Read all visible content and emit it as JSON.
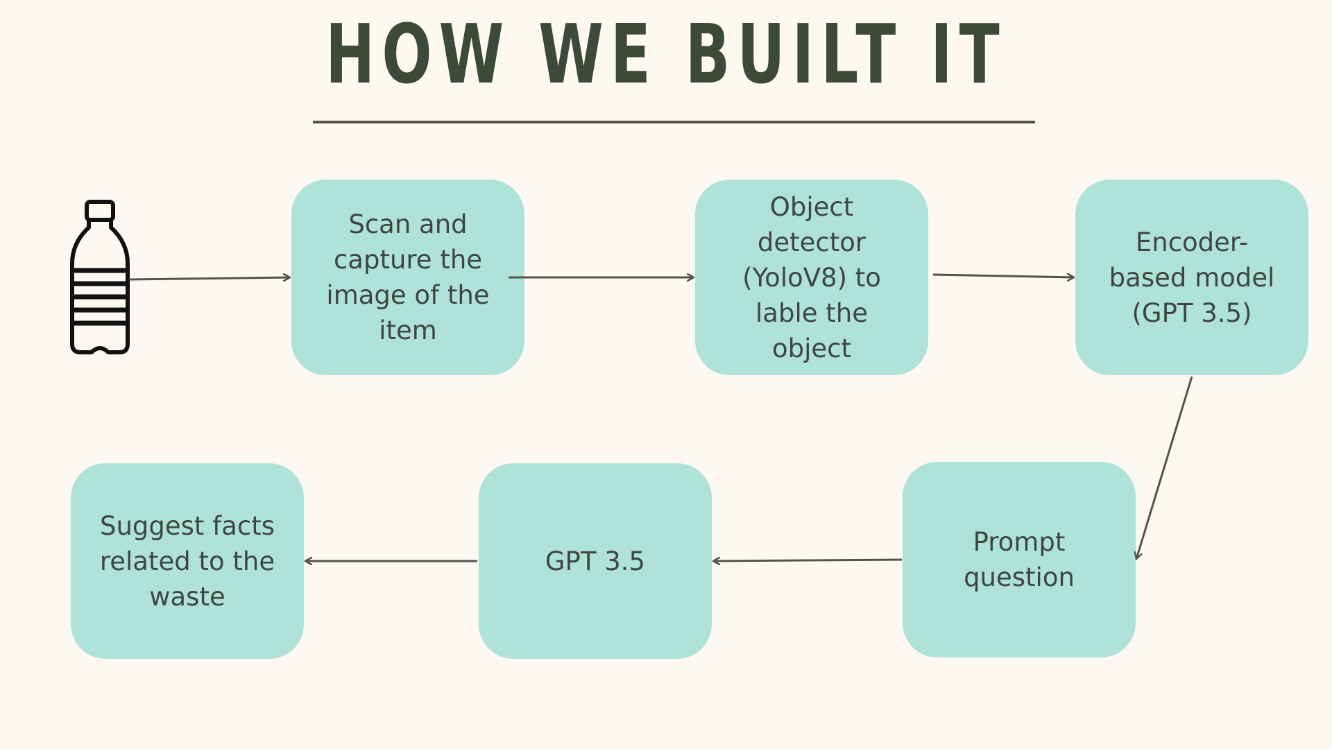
{
  "title": "HOW WE BUILT IT",
  "steps": [
    {
      "id": "scan",
      "label": "Scan and capture the image of the item"
    },
    {
      "id": "detect",
      "label": "Object detector (YoloV8) to lable the object"
    },
    {
      "id": "encoder",
      "label": "Encoder-based model (GPT 3.5)"
    },
    {
      "id": "prompt",
      "label": "Prompt question"
    },
    {
      "id": "gpt",
      "label": "GPT 3.5"
    },
    {
      "id": "facts",
      "label": "Suggest facts related to the waste"
    }
  ],
  "icons": {
    "input": "plastic-bottle-icon"
  },
  "colors": {
    "background": "#fdf8f2",
    "box": "#afe2d8",
    "title": "#3c4a38",
    "arrow": "#55524a"
  }
}
